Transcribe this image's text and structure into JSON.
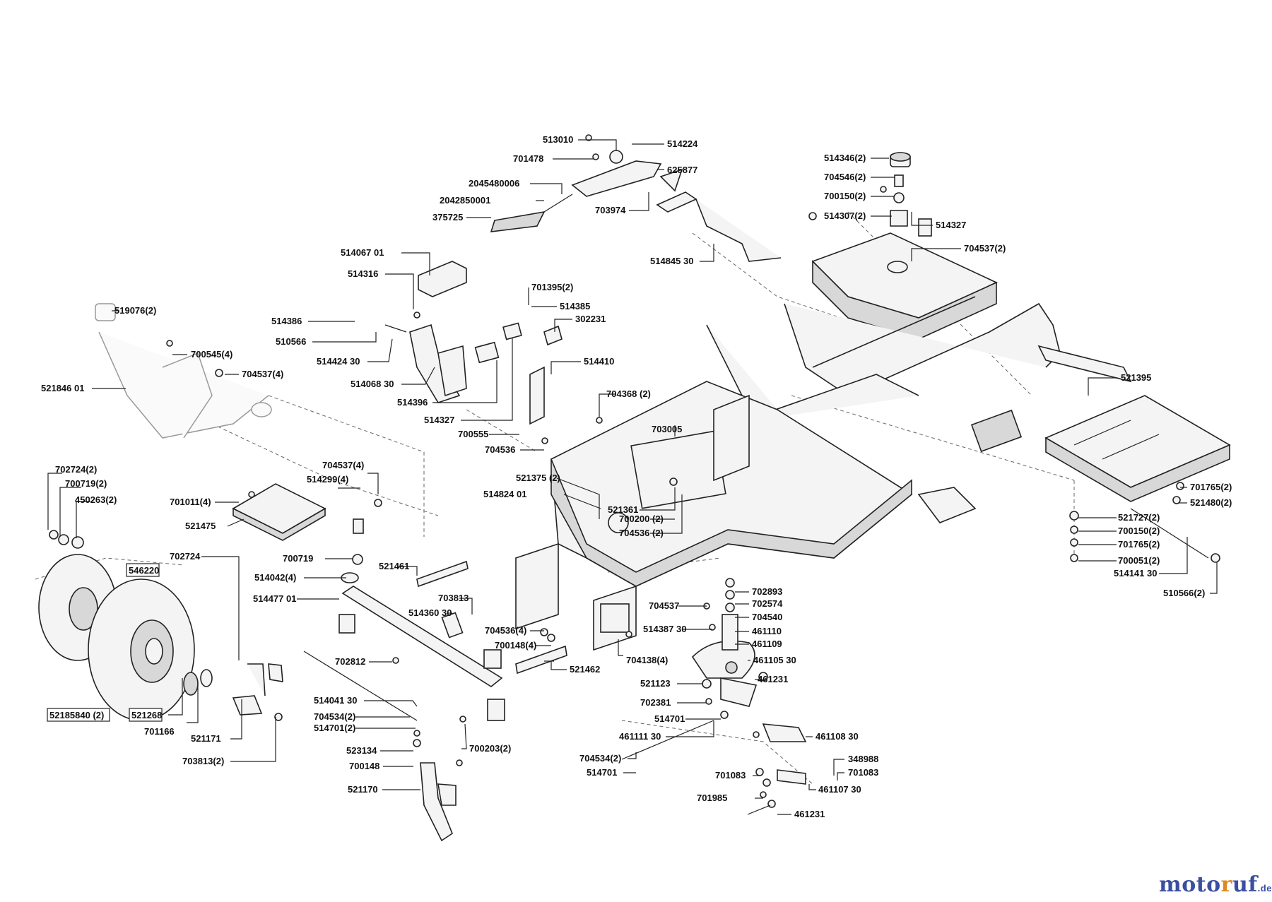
{
  "brand": {
    "a": "moto",
    "b": "r",
    "c": "uf",
    "tld": ".de"
  },
  "labels": {
    "l513010": "513010",
    "l514224": "514224",
    "l701478": "701478",
    "l625877": "625877",
    "l2045480006": "2045480006",
    "l2042850001": "2042850001",
    "l703974": "703974",
    "l375725": "375725",
    "l514845_30": "514845 30",
    "l514346_2": "514346(2)",
    "l704546_2": "704546(2)",
    "l700150_2a": "700150(2)",
    "l514307_2": "514307(2)",
    "l514327a": "514327",
    "l704537_2": "704537(2)",
    "l514067_01": "514067 01",
    "l514316": "514316",
    "l701395_2": "701395(2)",
    "l514385": "514385",
    "l302231": "302231",
    "l514386": "514386",
    "l510566": "510566",
    "l514424_30": "514424 30",
    "l514068_30": "514068 30",
    "l514396": "514396",
    "l514327b": "514327",
    "l514410": "514410",
    "l700555": "700555",
    "l704536a": "704536",
    "l519076_2": "519076(2)",
    "l700545_4": "700545(4)",
    "l704537_4a": "704537(4)",
    "l521846_01": "521846 01",
    "l704368_2": "704368 (2)",
    "l703005": "703005",
    "l521395": "521395",
    "l704537_4b": "704537(4)",
    "l514299_4": "514299(4)",
    "l701011_4": "701011(4)",
    "l521475": "521475",
    "l521375_2": "521375 (2)",
    "l514824_01": "514824 01",
    "l521361": "521361",
    "l700200_2": "700200 (2)",
    "l704536_2": "704536 (2)",
    "l702724_2": "702724(2)",
    "l700719_2": "700719(2)",
    "l450263_2": "450263(2)",
    "l701765_2a": "701765(2)",
    "l521480_2": "521480(2)",
    "l521727_2": "521727(2)",
    "l700150_2b": "700150(2)",
    "l701765_2b": "701765(2)",
    "l700051_2": "700051(2)",
    "l514141_30": "514141 30",
    "l510566_2": "510566(2)",
    "l702724": "702724",
    "l700719": "700719",
    "l546220": "546220",
    "l514042_4": "514042(4)",
    "l521461": "521461",
    "l514477_01": "514477 01",
    "l703813": "703813",
    "l514360_30": "514360 30",
    "l702893": "702893",
    "l702574": "702574",
    "l704537": "704537",
    "l704540": "704540",
    "l514387_30": "514387 30",
    "l461110": "461110",
    "l461109": "461109",
    "l704536_4": "704536(4)",
    "l700148_4": "700148(4)",
    "l704138_4": "704138(4)",
    "l461105_30": "461105 30",
    "l702812": "702812",
    "l521462": "521462",
    "l521123": "521123",
    "l461231a": "461231",
    "l702381": "702381",
    "l514041_30": "514041 30",
    "l514701a": "514701",
    "l52185840_2": "52185840 (2)",
    "l521268": "521268",
    "l701166": "701166",
    "l704534_2a": "704534(2)",
    "l514701_2": "514701(2)",
    "l521171": "521171",
    "l461111_30": "461111 30",
    "l461108_30": "461108 30",
    "l523134": "523134",
    "l700203_2": "700203(2)",
    "l703813_2": "703813(2)",
    "l704534_2b": "704534(2)",
    "l348988": "348988",
    "l700148": "700148",
    "l514701b": "514701",
    "l701083a": "701083",
    "l701083b": "701083",
    "l461107_30": "461107 30",
    "l521170": "521170",
    "l701985": "701985",
    "l461231b": "461231"
  }
}
